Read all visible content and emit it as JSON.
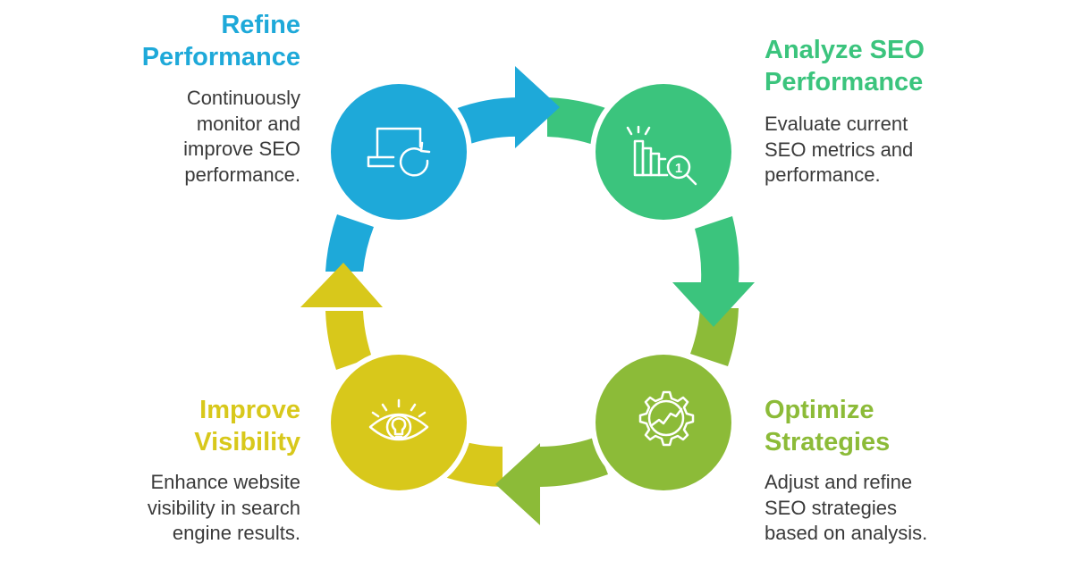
{
  "colors": {
    "blue": "#1ea9d9",
    "green": "#3bc47d",
    "olive": "#8cbb38",
    "yellow": "#d8c81b",
    "desc_text": "#3a3a3a",
    "icon_stroke": "#ffffff"
  },
  "steps": [
    {
      "id": "refine",
      "title_lines": [
        "Refine",
        "Performance"
      ],
      "desc_lines": [
        "Continuously",
        "monitor and",
        "improve SEO",
        "performance."
      ],
      "icon": "laptop-refresh-icon",
      "color": "#1ea9d9"
    },
    {
      "id": "analyze",
      "title_lines": [
        "Analyze SEO",
        "Performance"
      ],
      "desc_lines": [
        "Evaluate current",
        "SEO metrics and",
        "performance."
      ],
      "icon": "bar-chart-magnifier-icon",
      "color": "#3bc47d"
    },
    {
      "id": "optimize",
      "title_lines": [
        "Optimize",
        "Strategies"
      ],
      "desc_lines": [
        "Adjust and refine",
        "SEO strategies",
        "based on analysis."
      ],
      "icon": "gear-trend-icon",
      "color": "#8cbb38"
    },
    {
      "id": "improve",
      "title_lines": [
        "Improve",
        "Visibility"
      ],
      "desc_lines": [
        "Enhance website",
        "visibility in search",
        "engine results."
      ],
      "icon": "eye-lightbulb-icon",
      "color": "#d8c81b"
    }
  ],
  "analyze_icon_badge": "1"
}
